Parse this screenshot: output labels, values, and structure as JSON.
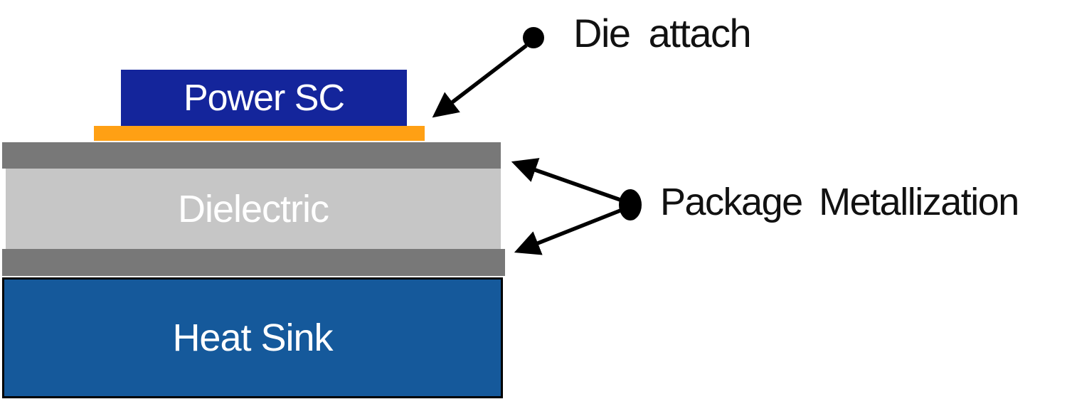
{
  "diagram": {
    "background": "#FFFFFF",
    "annotation_color": "#000000",
    "layers": {
      "power_sc": {
        "label": "Power SC",
        "fill": "#14259B",
        "text_color": "#FFFFFF"
      },
      "die_attach": {
        "fill": "#FFA014"
      },
      "metallization_top": {
        "fill": "#787878"
      },
      "dielectric": {
        "label": "Dielectric",
        "fill": "#C6C6C6",
        "text_color": "#FFFFFF"
      },
      "metallization_bottom": {
        "fill": "#787878"
      },
      "heat_sink": {
        "label": "Heat Sink",
        "fill": "#15599B",
        "text_color": "#FFFFFF",
        "border_color": "#000000"
      }
    },
    "annotations": {
      "die_attach": {
        "label": "Die attach"
      },
      "package_metallization": {
        "label": "Package Metallization"
      }
    }
  }
}
